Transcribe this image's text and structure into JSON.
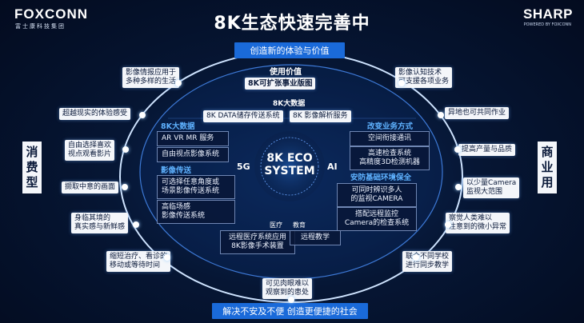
{
  "header": {
    "left_logo": "FOXCONN",
    "left_logo_sub": "富士康科技集团",
    "right_logo": "SHARP",
    "right_logo_sub": "POWERED BY FOXCONN",
    "title": "8K生态快速完善中"
  },
  "top_banner": "创造新的体验与价值",
  "bottom_banner": "解决不安及不便 创造更便捷的社会",
  "side_labels": {
    "left": "消费型",
    "right": "商业用"
  },
  "center": {
    "use_value": "使用价值",
    "platform": "8K可扩张事业版图",
    "big_data_top": "8K大数据",
    "storage": "8K DATA储存传送系统",
    "analysis": "8K 影像解析服务",
    "eco_line1": "8K ECO",
    "eco_line2": "SYSTEM",
    "badge_5g": "5G",
    "badge_ai": "AI",
    "left_section1": "8K大数据",
    "left_items1": [
      "AR VR MR 服务",
      "自由视点影像系统"
    ],
    "left_section2": "影像传送",
    "left_items2": [
      "可选择任意角度或\n场景影像传送系统",
      "高临场感\n影像传送系统"
    ],
    "right_section1": "改变业务方式",
    "right_items1": [
      "空间衔接通讯",
      "高速检查系统\n高精度3D检测机器"
    ],
    "right_section2": "安防基础环境保全",
    "right_items2": [
      "可同时辨识多人\n的监视CAMERA",
      "搭配远程监控\nCamera的检查系统"
    ],
    "medical_label": "医疗",
    "education_label": "教育",
    "medical_item": "远程医疗系统应用\n8K影像手术装置",
    "education_item": "远程教学"
  },
  "left_ring": [
    "影像情报应用于\n多种多样的生活",
    "超越现实的体验感受",
    "自由选择喜欢\n视点观看影片",
    "撷取中意的画面",
    "身临其境的\n真实感与新鲜感",
    "缩短治疗、看诊的\n移动或等待时间"
  ],
  "right_ring": [
    "影像认知技术\n可支援各项业务",
    "异地也可共同作业",
    "提高产量与品质",
    "以少量Camera\n监视大范围",
    "察觉人类难以\n注意到的微小异常",
    "联合不同学校\n进行同步教学"
  ],
  "bottom_ring": "可见肉眼难以\n观察到的患处"
}
